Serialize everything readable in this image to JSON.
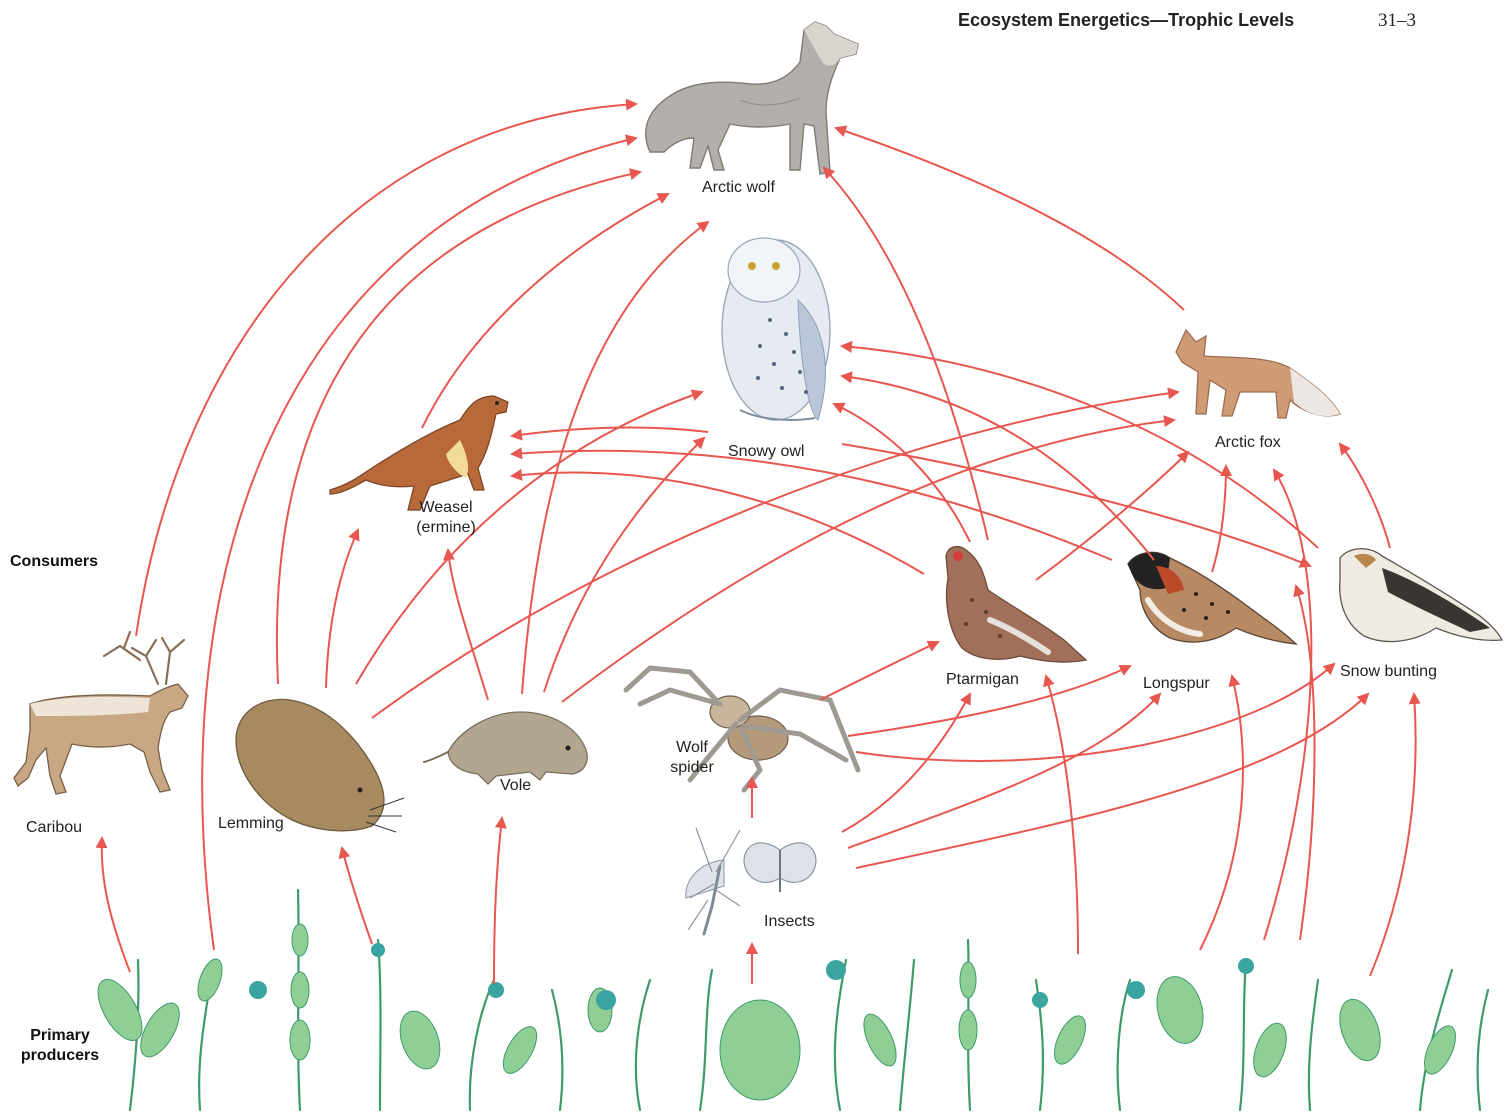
{
  "header": {
    "title": "Ecosystem Energetics—Trophic Levels",
    "page_number": "31–3"
  },
  "level_labels": {
    "consumers": "Consumers",
    "primary_producers_line1": "Primary",
    "primary_producers_line2": "producers"
  },
  "organisms": {
    "arctic_wolf": "Arctic wolf",
    "snowy_owl": "Snowy owl",
    "arctic_fox": "Arctic fox",
    "weasel_line1": "Weasel",
    "weasel_line2": "(ermine)",
    "ptarmigan": "Ptarmigan",
    "longspur": "Longspur",
    "snow_bunting": "Snow bunting",
    "caribou": "Caribou",
    "lemming": "Lemming",
    "vole": "Vole",
    "wolf_spider_line1": "Wolf",
    "wolf_spider_line2": "spider",
    "insects": "Insects"
  },
  "colors": {
    "arrow": "#e8574f",
    "plant_dark": "#3f9b6a",
    "plant_light": "#8fcf96",
    "plant_teal": "#3aa4a0"
  },
  "icons": {
    "arctic_wolf": "wolf-illustration",
    "snowy_owl": "owl-illustration",
    "arctic_fox": "fox-illustration",
    "weasel": "weasel-illustration",
    "ptarmigan": "ptarmigan-illustration",
    "longspur": "longspur-illustration",
    "snow_bunting": "snow-bunting-illustration",
    "caribou": "caribou-illustration",
    "lemming": "lemming-illustration",
    "vole": "vole-illustration",
    "wolf_spider": "spider-illustration",
    "insects": "insects-illustration",
    "plants": "tundra-plants-illustration"
  }
}
